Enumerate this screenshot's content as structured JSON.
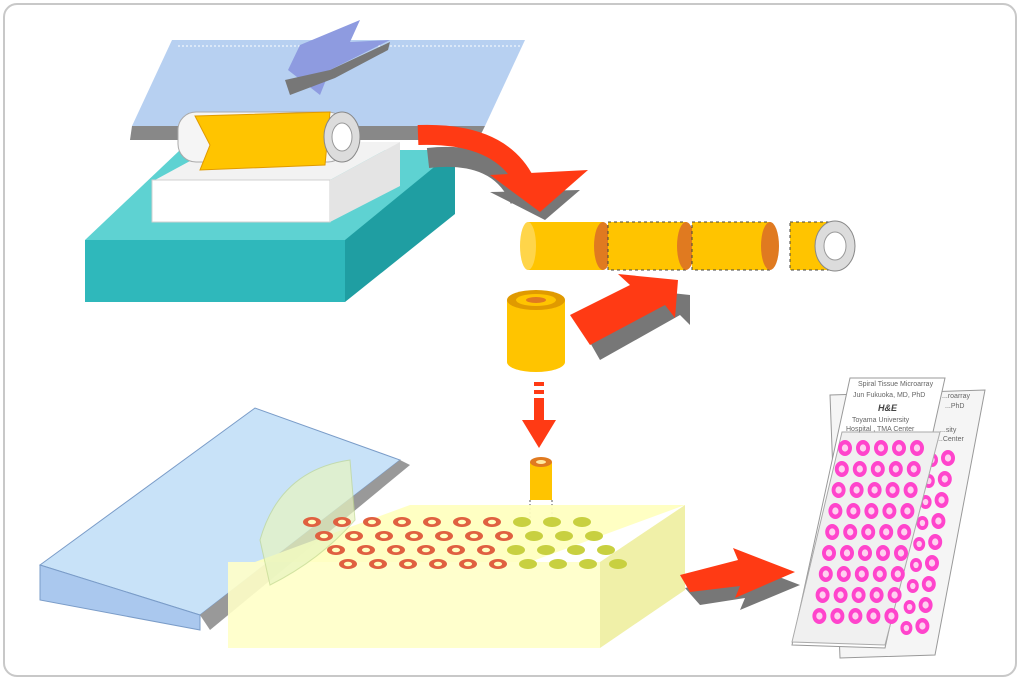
{
  "colors": {
    "microtome_base": "#35c2c4",
    "glass_plate": "#aac8ee",
    "tissue_roll": "#ffc400",
    "arrow_red": "#ff3a14",
    "arrow_shadow": "#777777",
    "arrow_blue": "#8e9be0",
    "paraffin_block": "#ffffcc",
    "core_ring": "#e06040",
    "core_filled": "#c8d040",
    "stain_pink": "#ff44cc"
  },
  "slide_front": {
    "line1": "Spiral Tissue Microarray",
    "line2": "Jun Fukuoka, MD, PhD",
    "stain": "H&E",
    "line3": "Toyama University",
    "line4": "Hospital , TMA Center"
  },
  "slide_back": {
    "line1": "...roarray",
    "line2": "...PhD",
    "line3": "...sity",
    "line4": "...Center"
  },
  "icons": [
    "blue-arrow-icon",
    "curved-red-arrow-icon",
    "red-arrow-icon",
    "down-arrow-icon",
    "right-arrow-icon"
  ]
}
